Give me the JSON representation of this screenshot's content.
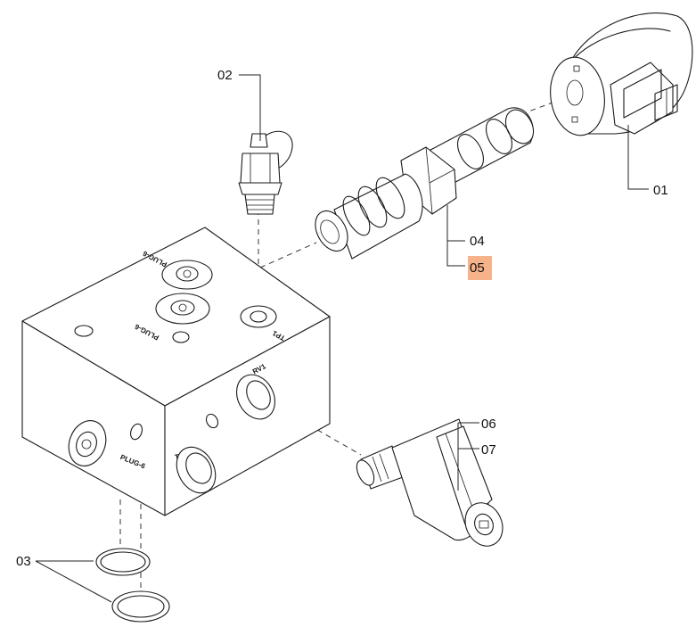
{
  "callouts": {
    "c01": "01",
    "c02": "02",
    "c03": "03",
    "c04": "04",
    "c05": "05",
    "c06": "06",
    "c07": "07"
  },
  "highlight": {
    "callout": "05",
    "color": "#f6b38a"
  },
  "engravings": {
    "plug_top": "PLUG-6",
    "plug_mid": "PLUG-6",
    "plug_front": "PLUG-6",
    "tp1": "TP1",
    "rv1": "RV1",
    "t_port": "T"
  }
}
